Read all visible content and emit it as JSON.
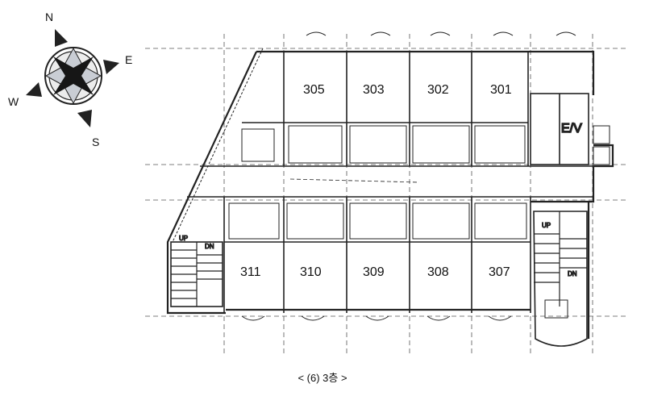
{
  "compass": {
    "north": "N",
    "east": "E",
    "south": "S",
    "west": "W"
  },
  "rooms": {
    "r305": "305",
    "r303": "303",
    "r302": "302",
    "r301": "301",
    "r311": "311",
    "r310": "310",
    "r309": "309",
    "r308": "308",
    "r307": "307"
  },
  "elevator": "E/V",
  "stairs": {
    "up_left": "UP",
    "dn_left": "DN",
    "up_right": "UP",
    "dn_right": "DN"
  },
  "caption": "< (6) 3층 >"
}
